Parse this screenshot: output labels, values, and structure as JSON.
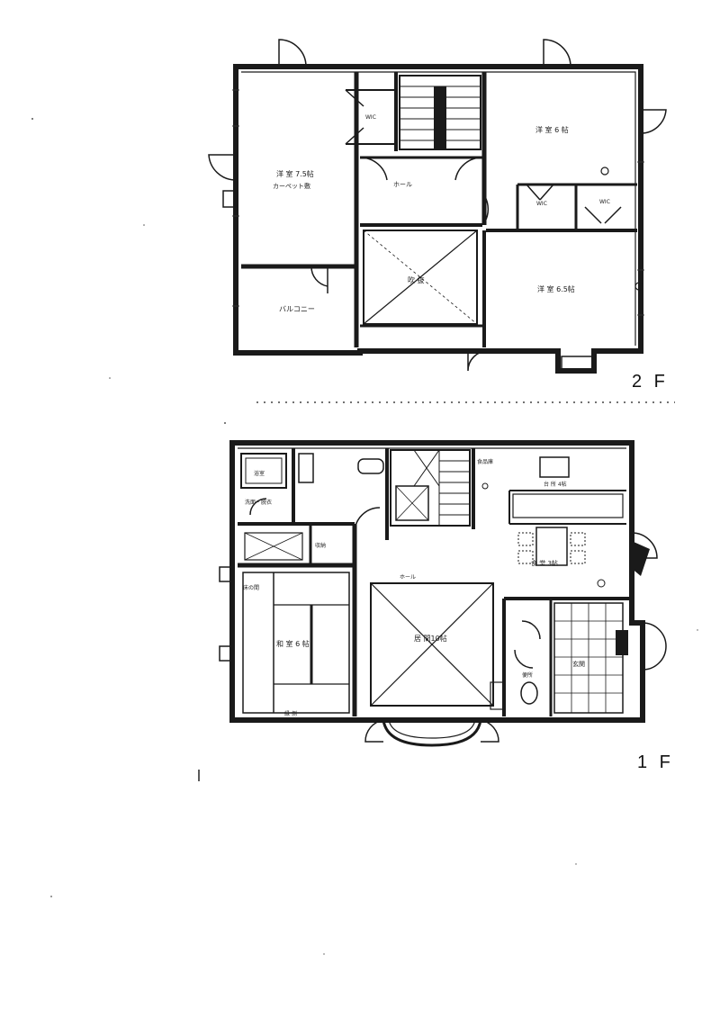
{
  "floors": {
    "second": {
      "label": "2 F",
      "rooms": {
        "bedroom_a": "洋 室 7.5帖",
        "bedroom_a_note": "カーペット敷",
        "bedroom_b": "洋 室 6 帖",
        "bedroom_c": "洋 室 6.5帖",
        "balcony": "バルコニー",
        "void": "吹 抜",
        "hall": "ホール",
        "wic_a": "WIC",
        "wic_b": "WIC",
        "wic_c": "WIC"
      }
    },
    "first": {
      "label": "1 F",
      "rooms": {
        "living": "居 間10帖",
        "japanese": "和 室 6 帖",
        "dining": "食 堂 3帖",
        "kitchen": "台 所 4帖",
        "bath": "浴室",
        "washroom": "洗面・脱衣",
        "toilet": "便所",
        "pantry": "食品庫",
        "storage": "収納",
        "entrance": "玄関",
        "engawa": "縁 側",
        "alcove": "床の間",
        "hall": "ホール"
      }
    }
  },
  "colors": {
    "line": "#1a1a1a",
    "paper": "#ffffff"
  }
}
